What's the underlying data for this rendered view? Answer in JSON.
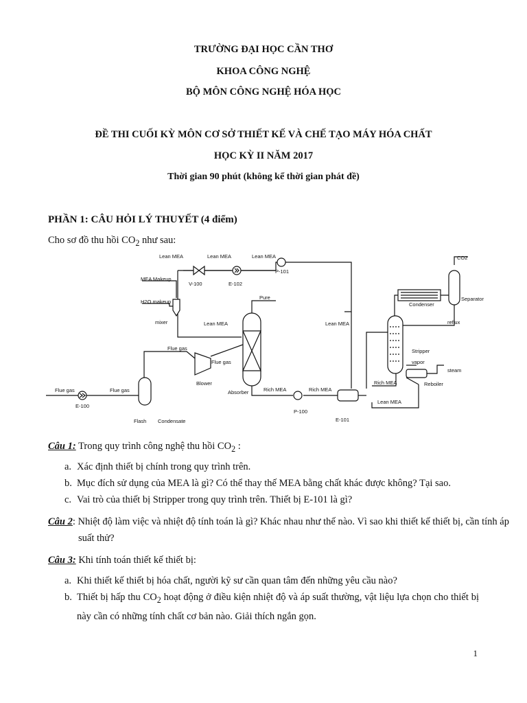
{
  "header": {
    "university": "TRƯỜNG ĐẠI HỌC CẦN THƠ",
    "faculty": "KHOA CÔNG NGHỆ",
    "department": "BỘ MÔN CÔNG NGHỆ HÓA HỌC",
    "exam_title": "ĐỀ THI CUỐI KỲ MÔN CƠ SỞ THIẾT KẾ VÀ CHẾ TẠO MÁY HÓA CHẤT",
    "semester": "HỌC KỲ II NĂM 2017",
    "duration": "Thời gian 90 phút (không kể thời gian phát đề)"
  },
  "section1": {
    "title": "PHẦN 1: CÂU HỎI LÝ THUYẾT (4 điểm)",
    "intro_prefix": "Cho sơ đồ thu hồi CO",
    "intro_sub": "2",
    "intro_suffix": " như sau:"
  },
  "diagram": {
    "lean_mea_1": "Lean MEA",
    "lean_mea_2": "Lean MEA",
    "lean_mea_3": "Lean MEA",
    "lean_mea_4": "Lean MEA",
    "lean_mea_5": "Lean MEA",
    "lean_mea_6": "Lean MEA",
    "v100": "V-100",
    "e102": "E-102",
    "p101": "P-101",
    "mea_makeup": "MEA Makeup",
    "h2o_makeup": "H2O makeup",
    "mixer": "mixer",
    "pure": "Pure",
    "flue_gas_1": "Flue gas",
    "flue_gas_2": "Flue gas",
    "flue_gas_3": "Flue gas",
    "flue_gas_4": "Flue gas",
    "e100": "E-100",
    "flash": "Flash",
    "condensate": "Condensate",
    "blower": "Blower",
    "absorber": "Absorber",
    "rich_mea_1": "Rich MEA",
    "rich_mea_2": "Rich MEA",
    "rich_mea_3": "Rich MEA",
    "p100": "P-100",
    "e101": "E-101",
    "co2": "CO2",
    "condenser": "Condenser",
    "separator": "Separator",
    "reflux": "reflux",
    "stripper": "Stripper",
    "vapor": "vapor",
    "steam": "steam",
    "reboiler": "Reboiler"
  },
  "q1": {
    "label": "Câu 1:",
    "text_prefix": " Trong quy trình công nghệ thu hồi CO",
    "sub": "2",
    "text_suffix": " :",
    "items": [
      {
        "marker": "a.",
        "text": "Xác định thiết bị chính trong quy trình trên."
      },
      {
        "marker": "b.",
        "text": "Mục đích sử dụng của MEA là gì? Có thể thay thế MEA bằng chất khác được không? Tại sao."
      },
      {
        "marker": "c.",
        "text": "Vai trò của thiết bị Stripper trong quy trình trên. Thiết bị E-101 là gì?"
      }
    ]
  },
  "q2": {
    "label": "Câu 2",
    "text": ": Nhiệt độ làm việc và nhiệt độ tính toán là gì? Khác nhau như thế nào. Vì sao khi thiết kế thiết bị, cần tính áp suất thử?"
  },
  "q3": {
    "label": "Câu 3:",
    "text": " Khi tính toán thiết kế thiết bị:",
    "item_a": {
      "marker": "a.",
      "text": "Khi thiết kế thiết bị hóa chất, người kỹ sư cần quan tâm đến những yêu cầu nào?"
    },
    "item_b": {
      "marker": "b.",
      "prefix": "Thiết bị hấp thu CO",
      "sub": "2",
      "suffix": " hoạt động ở điều kiện nhiệt độ và áp suất thường, vật liệu lựa chọn cho thiết bị này cần có những tính chất cơ bản nào. Giải thích ngắn gọn."
    }
  },
  "page_number": "1"
}
